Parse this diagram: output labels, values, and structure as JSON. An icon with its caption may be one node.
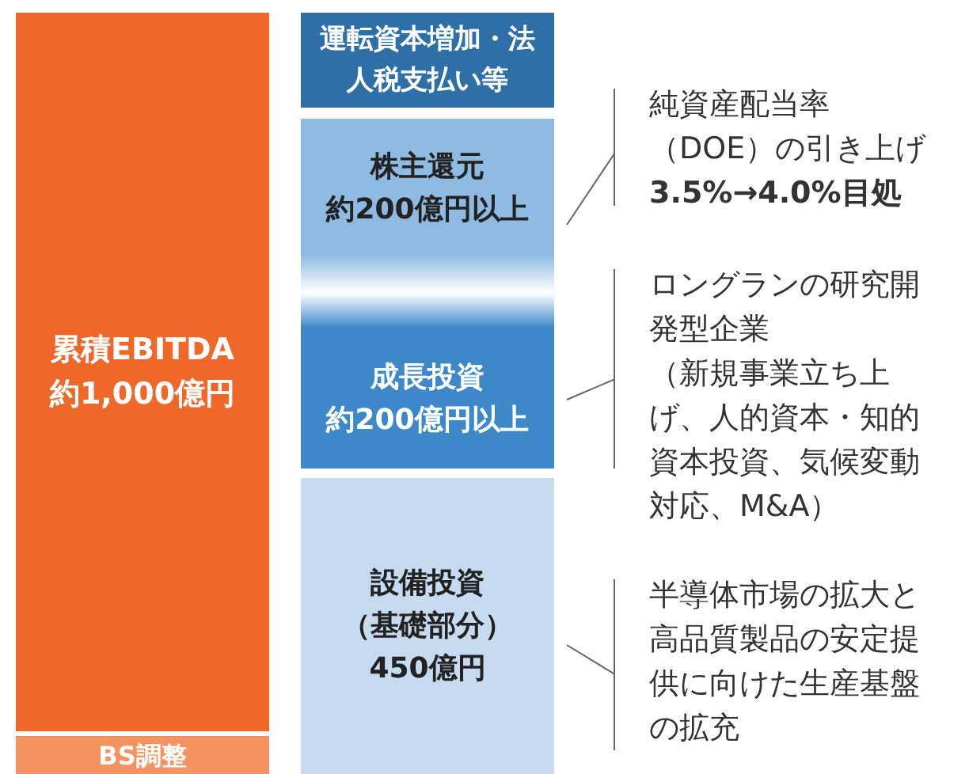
{
  "diagram": {
    "nodes": [
      {
        "text": [
          "累積EBITDA",
          "約1,000億円"
        ]
      },
      {
        "text": [
          "運転資本増加・法人税支払い等"
        ]
      },
      {
        "text": [
          "株主還元",
          "約200億円以上"
        ]
      },
      {
        "text": [
          "成長投資",
          "約200億円以上"
        ]
      },
      {
        "text": [
          "設備投資",
          "（基礎部分）",
          "450億円"
        ]
      },
      {
        "text": [
          "BS調整"
        ]
      },
      {
        "text": [
          "純資産配当率（DOE）の引き上げ",
          "3.5%→4.0%目処"
        ]
      },
      {
        "text": [
          "ロングランの研究開発型企業",
          "（新規事業立ち上げ、人的資本・知的資本投資、気候変動対応、M&A）"
        ]
      },
      {
        "text": [
          "半導体市場の拡大と高品質製品の安定提供に向けた生産基盤の拡充"
        ]
      }
    ],
    "edges": [
      {
        "from": 6,
        "to": 2,
        "arrow": "none"
      },
      {
        "from": 7,
        "to": 3,
        "arrow": "none"
      },
      {
        "from": 8,
        "to": 4,
        "arrow": "none"
      }
    ]
  }
}
